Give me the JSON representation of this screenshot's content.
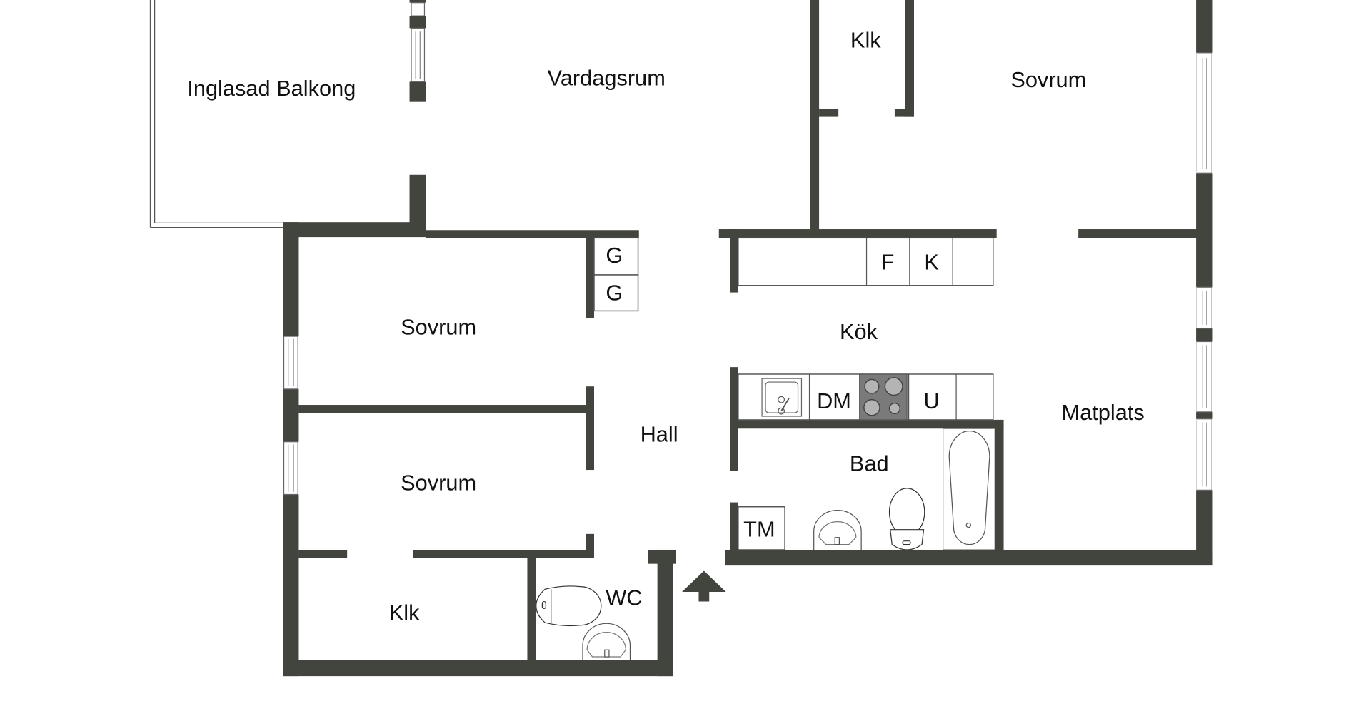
{
  "plan": {
    "title": "Floor plan",
    "wall_color": "#42443e",
    "rooms": {
      "balcony": "Inglasad Balkong",
      "living": "Vardagsrum",
      "closet_top": "Klk",
      "bedroom_top_right": "Sovrum",
      "bedroom_1": "Sovrum",
      "bedroom_2": "Sovrum",
      "kitchen": "Kök",
      "dining": "Matplats",
      "hall": "Hall",
      "bath": "Bad",
      "closet_bottom": "Klk",
      "wc": "WC"
    },
    "fixtures": {
      "wardrobe_1": "G",
      "wardrobe_2": "G",
      "fridge": "F",
      "freezer": "K",
      "dishwasher": "DM",
      "oven": "U",
      "washing_machine": "TM"
    },
    "entrance": "entrance-arrow"
  }
}
